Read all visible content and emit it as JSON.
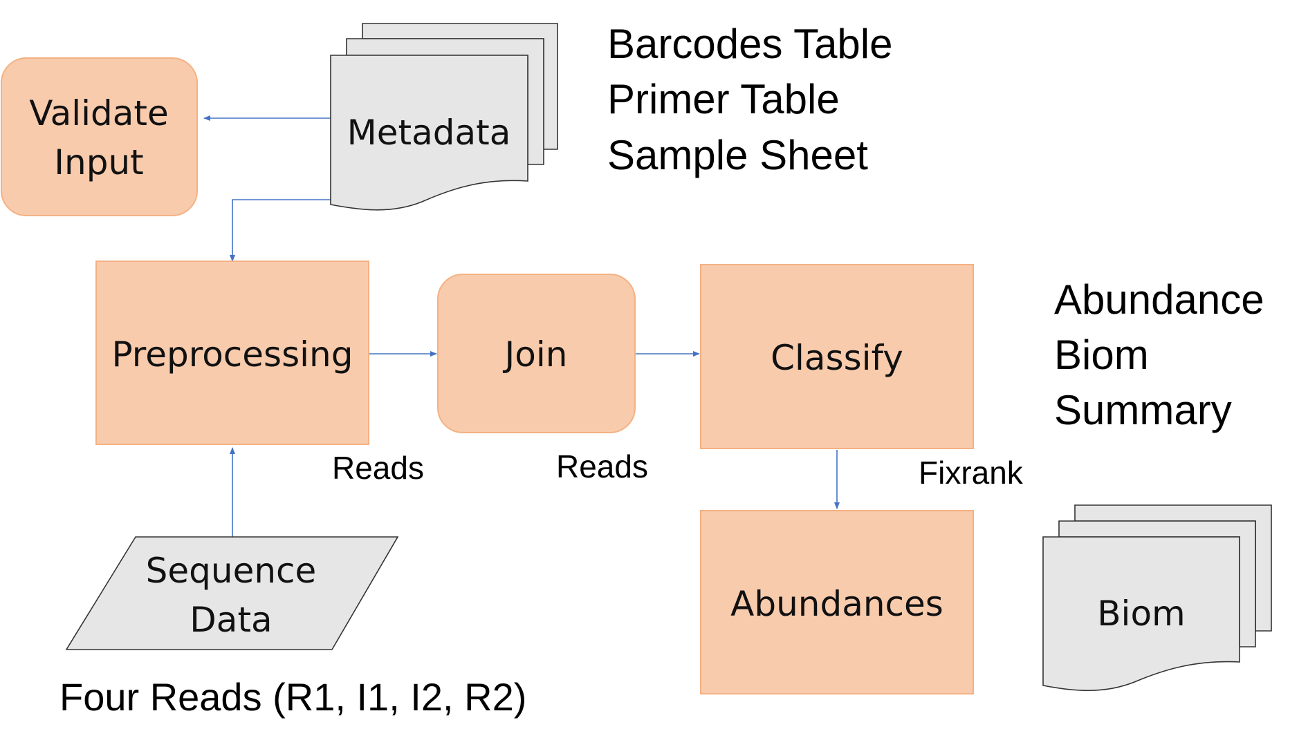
{
  "colors": {
    "process_fill": "#f8cbad",
    "process_stroke": "#f4b183",
    "doc_fill": "#e6e6e6",
    "doc_stroke": "#333333",
    "connector": "#4472c4",
    "text": "#000000"
  },
  "nodes": {
    "validate_input": {
      "line1": "Validate",
      "line2": "Input"
    },
    "metadata": {
      "label": "Metadata"
    },
    "preprocessing": {
      "label": "Preprocessing"
    },
    "join": {
      "label": "Join"
    },
    "classify": {
      "label": "Classify"
    },
    "abundances": {
      "label": "Abundances"
    },
    "biom_doc": {
      "label": "Biom"
    },
    "sequence_data": {
      "line1": "Sequence",
      "line2": "Data"
    }
  },
  "annotations": {
    "metadata_files": [
      "Barcodes Table",
      "Primer Table",
      "Sample Sheet"
    ],
    "outputs": [
      "Abundance",
      "Biom",
      "Summary"
    ],
    "reads_preprocessing_join": "Reads",
    "reads_join_classify": "Reads",
    "fixrank": "Fixrank",
    "four_reads": "Four Reads (R1, I1, I2, R2)"
  }
}
